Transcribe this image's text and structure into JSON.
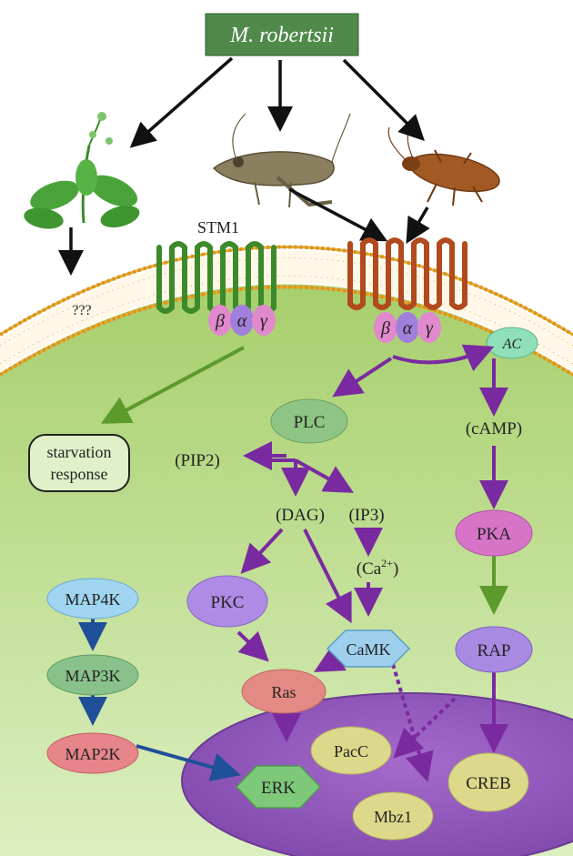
{
  "title": "M. robertsii",
  "receptors": {
    "left": "STM1",
    "unknown": "???",
    "g_protein_left": [
      "β",
      "α",
      "γ"
    ],
    "g_protein_right": [
      "β",
      "α",
      "γ"
    ]
  },
  "nodes": {
    "ac": "AC",
    "plc": "PLC",
    "pip2": "(PIP2)",
    "dag": "(DAG)",
    "ip3": "(IP3)",
    "ca_base": "(Ca",
    "ca_sup": "2+",
    "ca_end": ")",
    "camp": "(cAMP)",
    "pka": "PKA",
    "rap": "RAP",
    "pkc": "PKC",
    "camk": "CaMK",
    "ras": "Ras",
    "map4k": "MAP4K",
    "map3k": "MAP3K",
    "map2k": "MAP2K",
    "erk": "ERK",
    "pacc": "PacC",
    "mbz1": "Mbz1",
    "creb": "CREB",
    "starvation_line1": "starvation",
    "starvation_line2": "response"
  },
  "colors": {
    "cell": "#c5e09a",
    "nucleus": "#8d55b5",
    "purple_arrow": "#7a2aa0",
    "green_arrow": "#5c9a2c",
    "blue_arrow": "#1f4f99",
    "black_arrow": "#111111",
    "title_box": "#4f8a4b"
  }
}
